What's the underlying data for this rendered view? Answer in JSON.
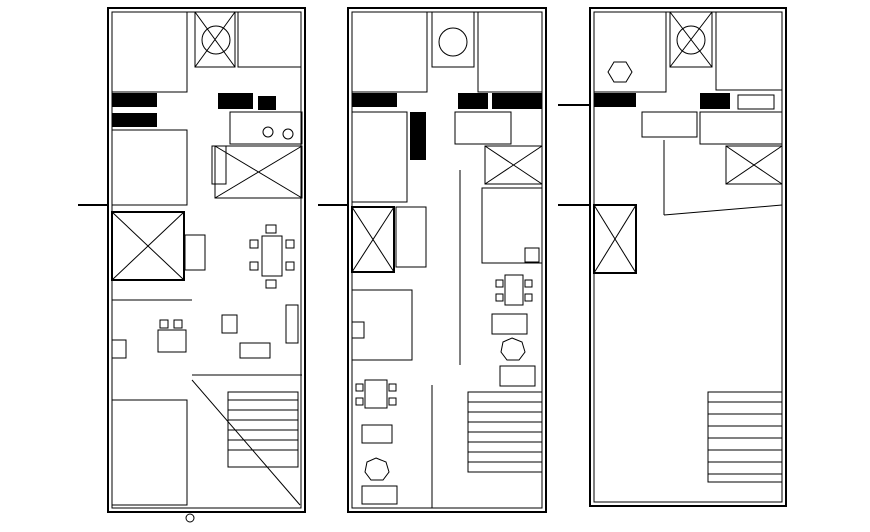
{
  "drawing": {
    "background": "#ffffff",
    "line_color": "#000000",
    "plans": [
      {
        "id": "ground-floor"
      },
      {
        "id": "first-floor"
      },
      {
        "id": "roof-floor"
      }
    ]
  }
}
